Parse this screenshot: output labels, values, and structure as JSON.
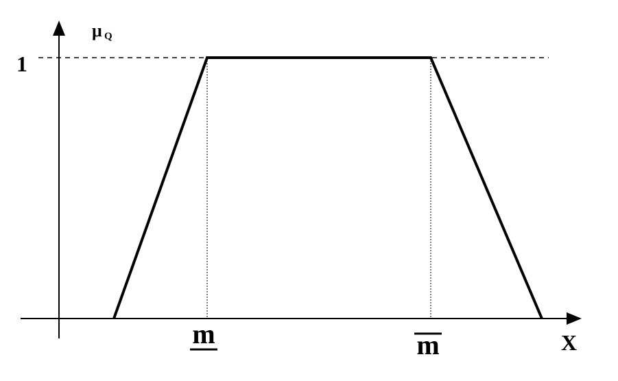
{
  "diagram": {
    "y_axis_label": "μ",
    "y_axis_subscript": "Q",
    "x_axis_label": "X",
    "level_one_label": "1",
    "lower_mode_label": "m",
    "upper_mode_label": "m",
    "line_color": "#000000",
    "background": "#ffffff"
  }
}
